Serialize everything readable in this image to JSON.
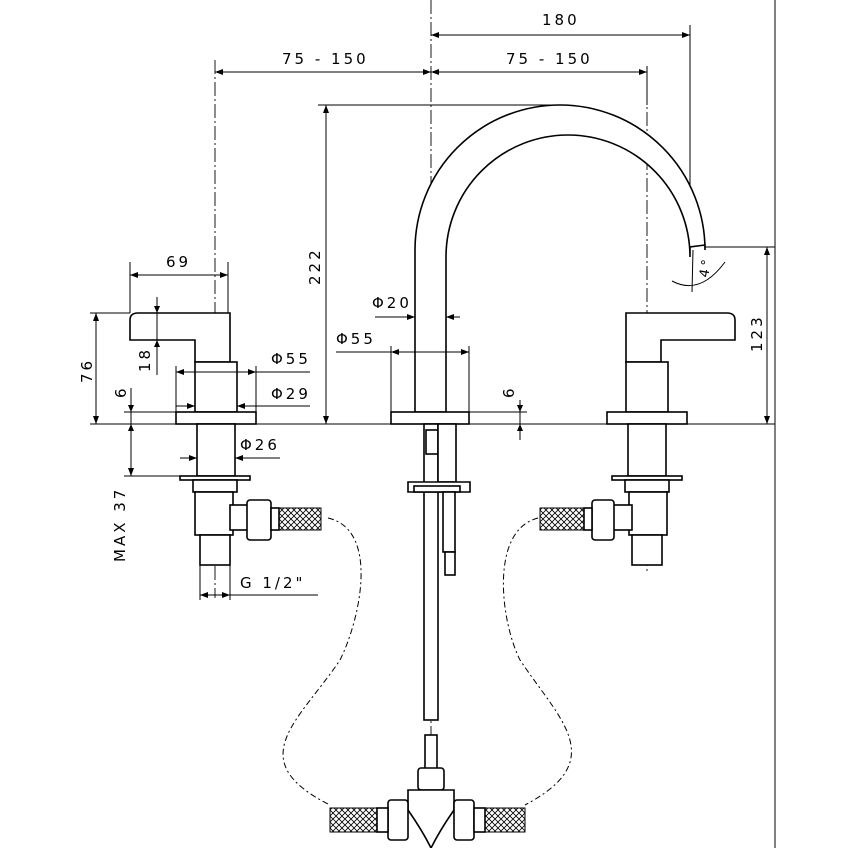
{
  "drawing": {
    "dimensions": {
      "spout_reach": "180",
      "left_spacing": "75 - 150",
      "right_spacing": "75 - 150",
      "total_height": "222",
      "spout_outlet_height": "123",
      "spout_angle": "4°",
      "handle_length": "69",
      "handle_height": "76",
      "lever_thickness": "18",
      "valve_flange_dia": "Φ55",
      "valve_body_dia": "Φ29",
      "plate_thickness_left": "6",
      "shank_dia": "Φ26",
      "max_deck": "MAX 37",
      "thread": "G 1/2\"",
      "spout_dia": "Φ20",
      "spout_flange_dia": "Φ55",
      "plate_thickness_right": "6"
    }
  }
}
